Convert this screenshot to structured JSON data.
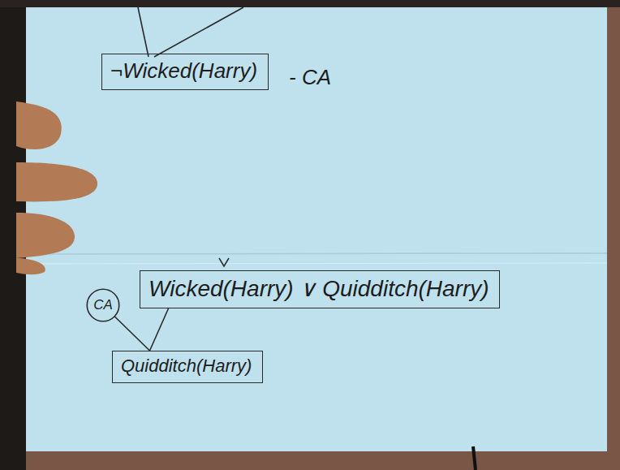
{
  "diagram": {
    "nodes": [
      {
        "text": [
          "¬Wicked(Harry)"
        ]
      },
      {
        "text": [
          "CA"
        ]
      },
      {
        "text": [
          "Wicked(Harry) ∨ Quidditch(Harry)"
        ]
      },
      {
        "text": [
          "Quidditch(Harry)"
        ]
      }
    ],
    "edges": [
      {
        "from": 1,
        "to": 3,
        "arrow": "none"
      },
      {
        "from": 2,
        "to": 3,
        "arrow": "none"
      }
    ],
    "labels": [
      "- CA"
    ]
  }
}
